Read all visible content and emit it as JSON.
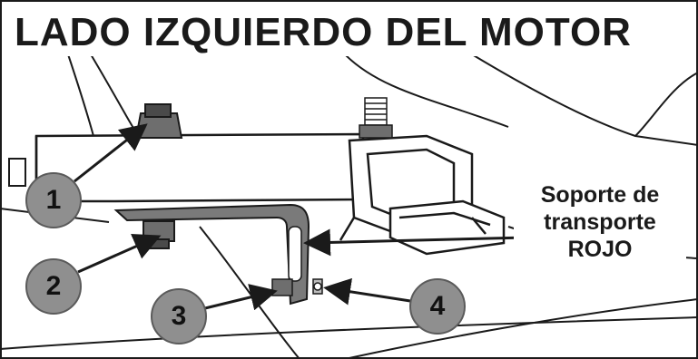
{
  "title": "LADO IZQUIERDO DEL MOTOR",
  "label": {
    "line1": "Soporte de",
    "line2": "transporte",
    "line3": "ROJO"
  },
  "callouts": [
    "1",
    "2",
    "3",
    "4"
  ],
  "colors": {
    "line": "#1a1a1a",
    "callout_fill": "#8f8f8f",
    "shadow_gray": "#6e6e6e",
    "background": "#ffffff"
  }
}
